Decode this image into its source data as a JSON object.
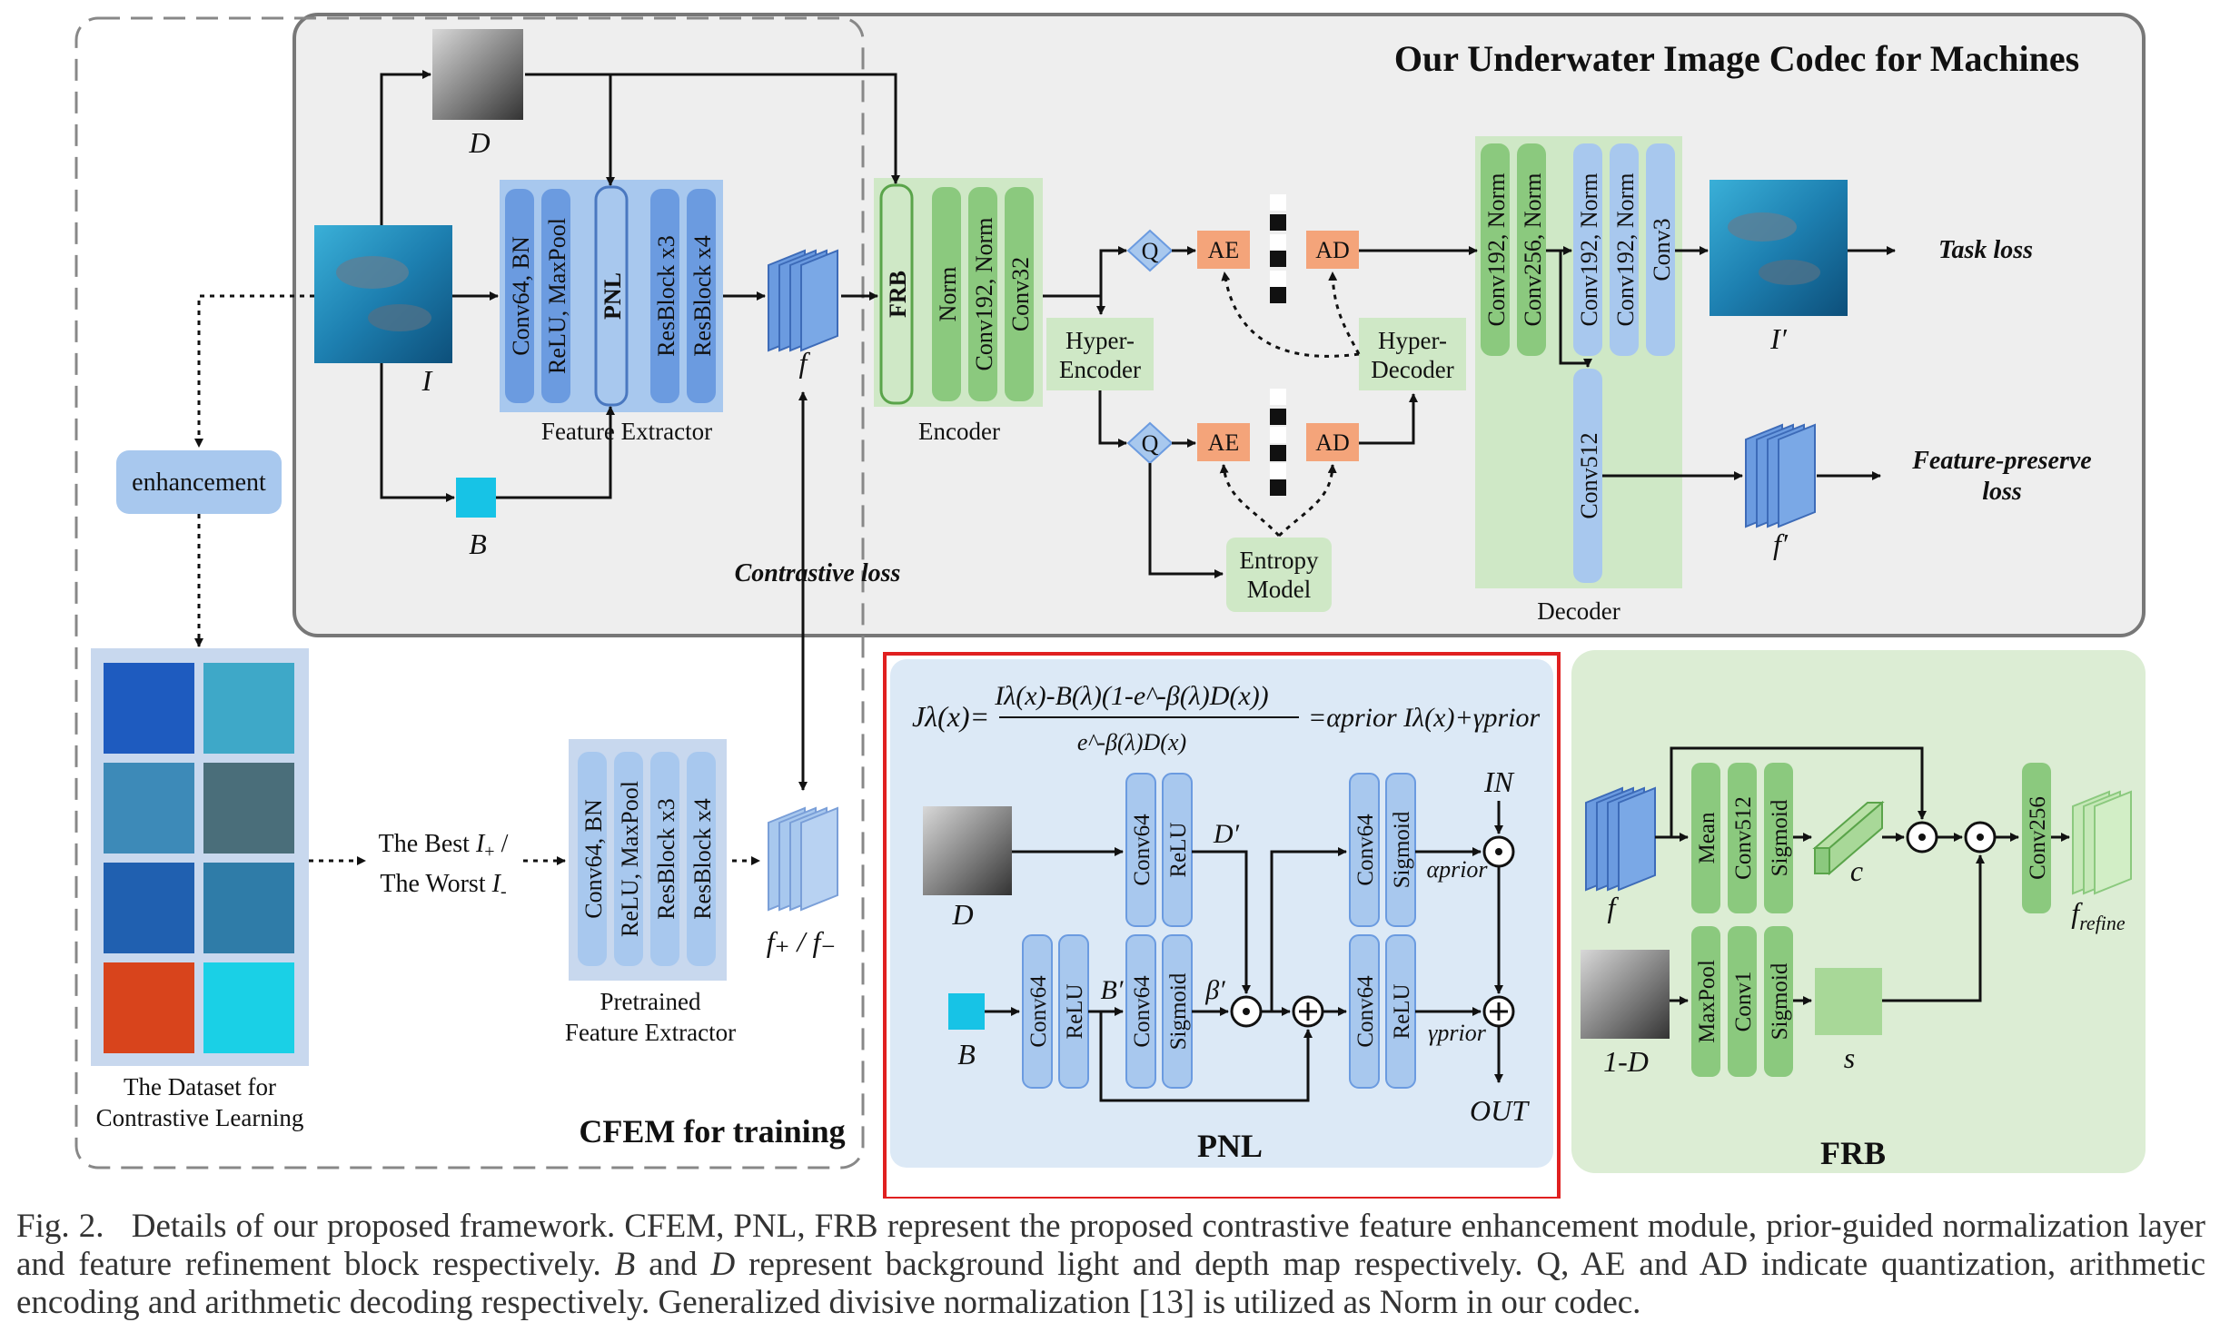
{
  "titles": {
    "codec": "Our Underwater Image Codec for Machines",
    "cfem": "CFEM for training",
    "pnl": "PNL",
    "frb": "FRB"
  },
  "labels": {
    "D": "D",
    "I": "I",
    "B": "B",
    "f": "f",
    "I_prime": "I′",
    "f_prime": "f′",
    "enhancement": "enhancement",
    "feature_extractor": "Feature Extractor",
    "encoder": "Encoder",
    "decoder": "Decoder",
    "hyper_encoder": "Hyper-Encoder",
    "hyper_decoder": "Hyper-Decoder",
    "entropy_model": "Entropy Model",
    "Q": "Q",
    "AE": "AE",
    "AD": "AD",
    "task_loss": "Task loss",
    "feature_preserve_loss": "Feature-preserve loss",
    "contrastive_loss": "Contrastive loss",
    "best_worst": "The Best I₊ / The Worst I₋",
    "pretrained_extractor": "Pretrained Feature Extractor",
    "dataset_contrastive": "The Dataset for Contrastive Learning",
    "f_plus_minus": "f₊ / f₋",
    "pnl_D_prime": "D′",
    "pnl_B_prime": "B′",
    "pnl_beta_prime": "β′",
    "pnl_alpha_prior": "αprior",
    "pnl_gamma_prior": "γprior",
    "pnl_IN": "IN",
    "pnl_OUT": "OUT",
    "frb_c": "c",
    "frb_s": "s",
    "frb_one_minus_D": "1-D",
    "frb_f_refine": "frefine"
  },
  "blocks": {
    "feature_extractor": [
      "Conv64, BN",
      "ReLU, MaxPool",
      "PNL",
      "ResBlock x3",
      "ResBlock x4"
    ],
    "encoder": [
      "FRB",
      "Norm",
      "Conv192, Norm",
      "Conv32"
    ],
    "decoder_top": [
      "Conv192, Norm",
      "Conv256, Norm",
      "Conv192, Norm",
      "Conv192, Norm",
      "Conv3"
    ],
    "decoder_branch": "Conv512",
    "pretrained": [
      "Conv64, BN",
      "ReLU, MaxPool",
      "ResBlock x3",
      "ResBlock x4"
    ],
    "pnl_d": [
      "Conv64",
      "ReLU"
    ],
    "pnl_b": [
      "Conv64",
      "ReLU"
    ],
    "pnl_b2": [
      "Conv64",
      "Sigmoid"
    ],
    "pnl_alpha": [
      "Conv64",
      "Sigmoid"
    ],
    "pnl_gamma": [
      "Conv64",
      "ReLU"
    ],
    "frb_top": [
      "Mean",
      "Conv512",
      "Sigmoid"
    ],
    "frb_bottom": [
      "MaxPool",
      "Conv1",
      "Sigmoid"
    ],
    "frb_out": "Conv256"
  },
  "equation": {
    "lhs": "Jλ(x)=",
    "numerator": "Iλ(x)-B(λ)(1-e^-β(λ)D(x))",
    "denominator": "e^-β(λ)D(x)",
    "rhs": "=αprior Iλ(x)+γprior"
  },
  "caption": {
    "fig_label": "Fig. 2.",
    "line1": "Details of our proposed framework. CFEM, PNL, FRB represent the proposed contrastive feature enhancement module, prior-guided normalization layer and feature refinement block respectively.",
    "line2_B": "B",
    "line2_and": "and",
    "line2_D": "D",
    "line2_rest": "represent background light and depth map respectively. Q, AE and AD indicate quantization, arithmetic encoding and arithmetic decoding respectively. Generalized divisive normalization [13] is utilized as Norm in our codec."
  },
  "colors": {
    "fe_blue": "#6b9be0",
    "fe_bg": "#a8c8ee",
    "enc_green": "#8bc97e",
    "enc_bg": "#cfe8c6",
    "orange": "#f4a47a",
    "cyan": "#17c3e6",
    "gray_panel": "#eeeeee",
    "pnl_bg": "#dce9f6",
    "frb_bg": "#dcedd4",
    "red_border": "#e02020"
  }
}
